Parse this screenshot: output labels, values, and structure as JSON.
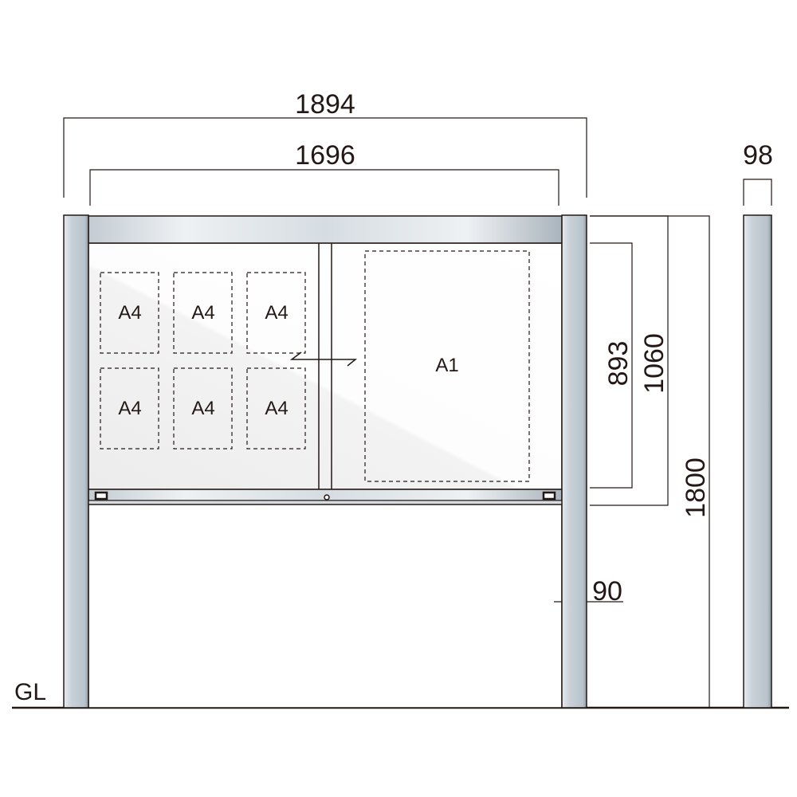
{
  "dimensions": {
    "overall_width": "1894",
    "panel_width": "1696",
    "post_width": "98",
    "glass_height": "893",
    "case_height": "1060",
    "total_height": "1800",
    "post_depth": "90"
  },
  "labels": {
    "ground": "GL",
    "small_slots": [
      "A4",
      "A4",
      "A4",
      "A4",
      "A4",
      "A4"
    ],
    "large_slot": "A1"
  },
  "colors": {
    "line": "#231815",
    "metal": "#c5ced5"
  }
}
